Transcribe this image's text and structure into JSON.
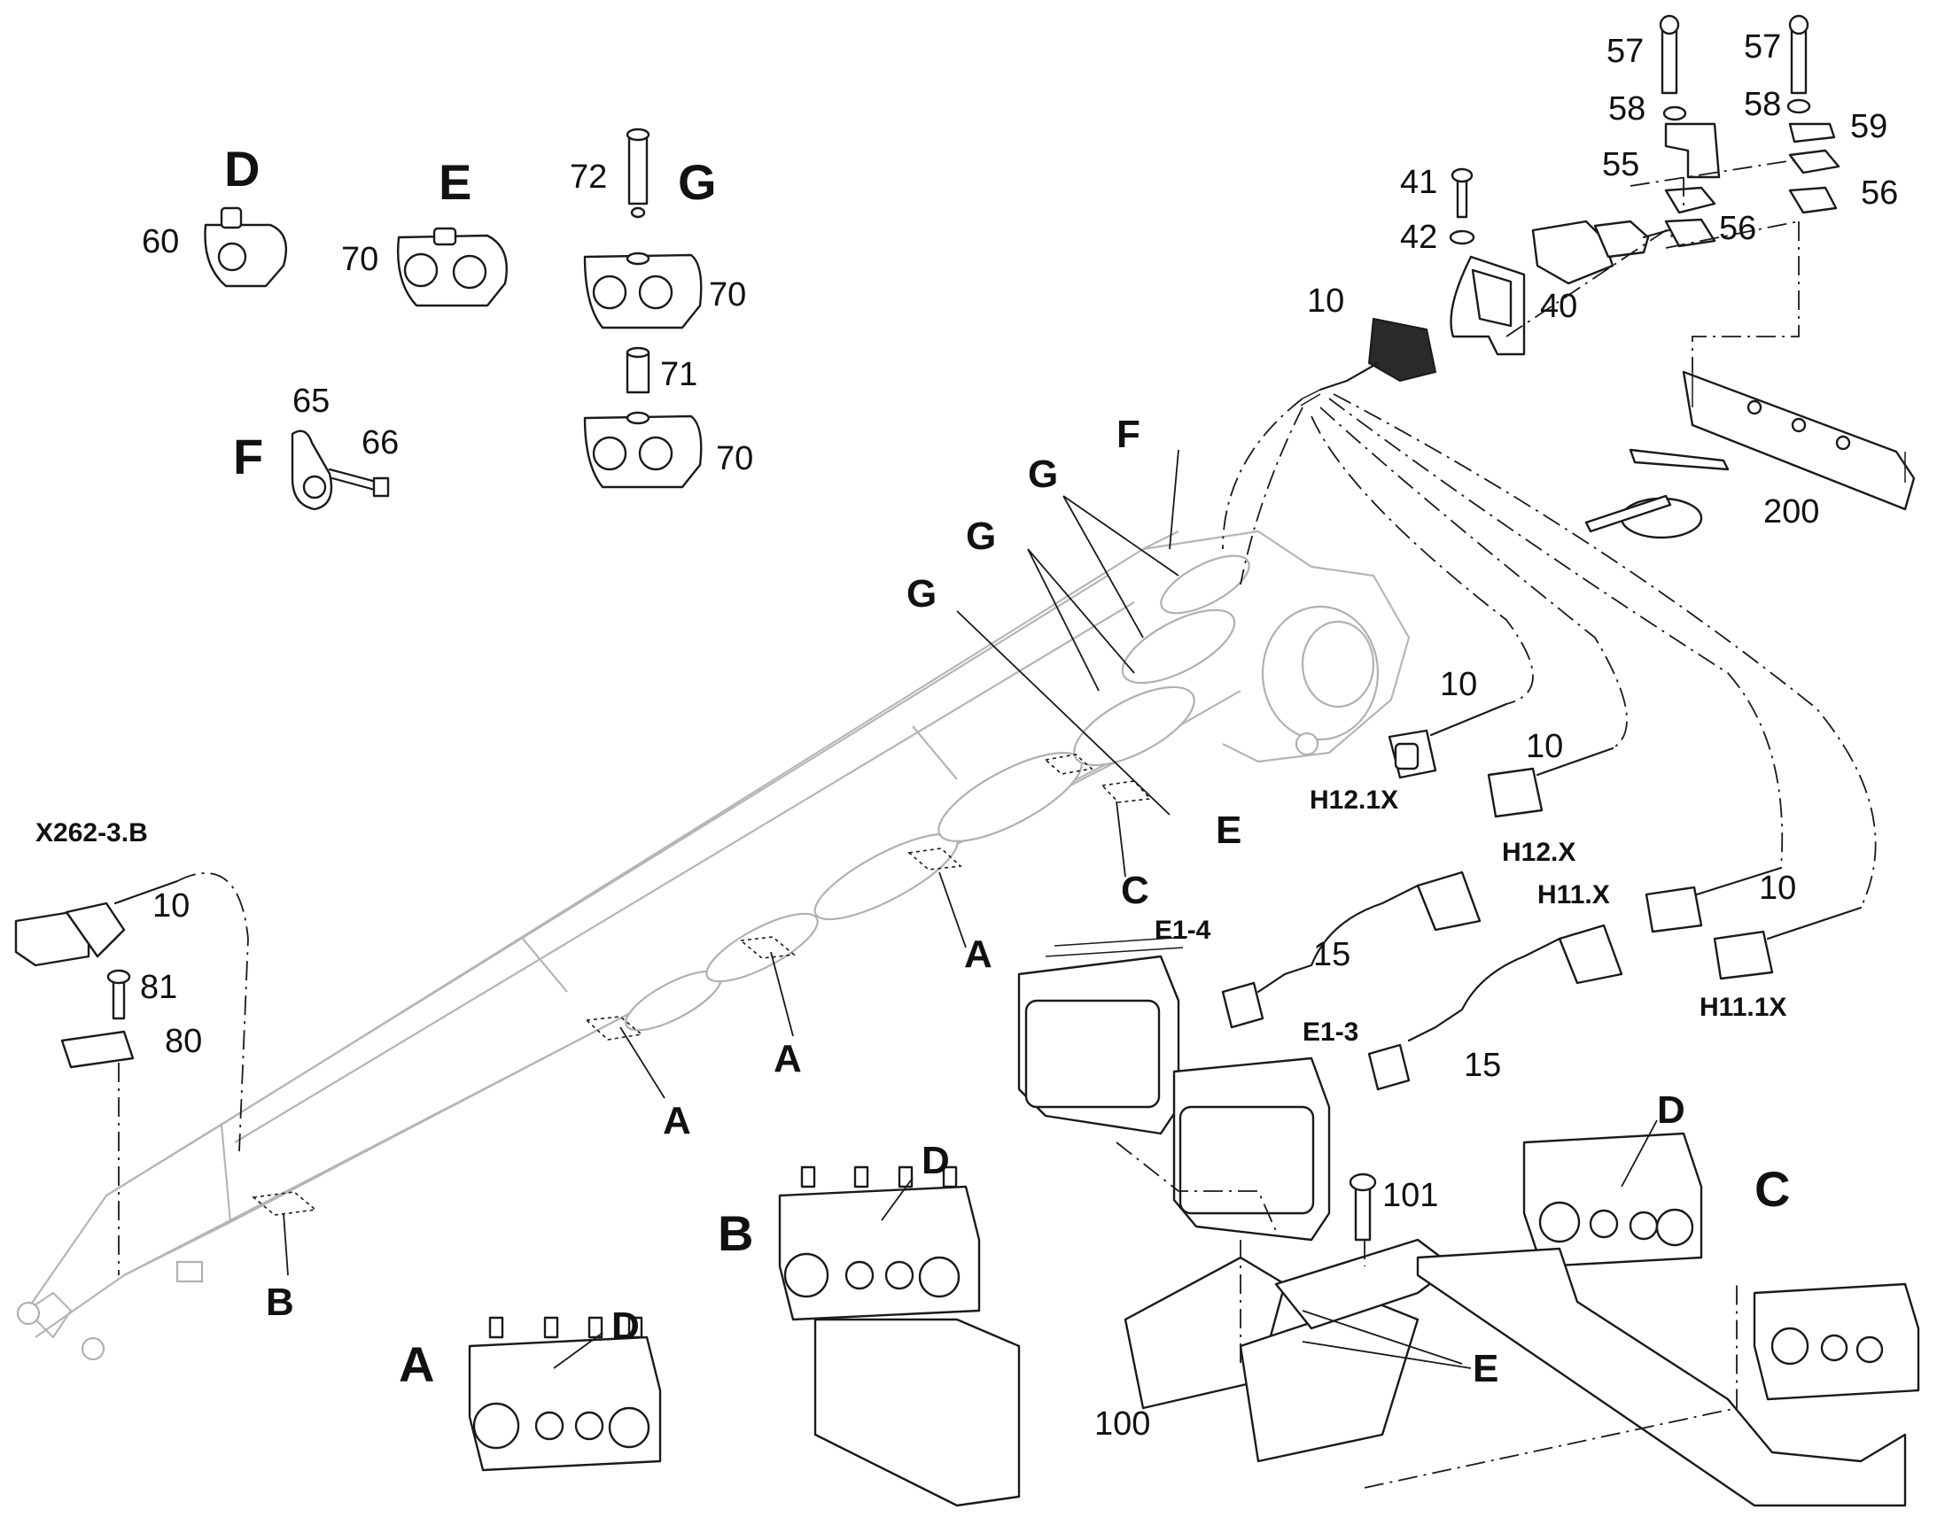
{
  "callouts": {
    "detail_D": "D",
    "detail_E": "E",
    "detail_G": "G",
    "detail_F": "F",
    "n60": "60",
    "n70a": "70",
    "n72": "72",
    "n70b": "70",
    "n71": "71",
    "n70c": "70",
    "n65": "65",
    "n66": "66",
    "n41": "41",
    "n42": "42",
    "n10_top": "10",
    "n40": "40",
    "n57a": "57",
    "n58a": "58",
    "n55": "55",
    "n56a": "56",
    "n57b": "57",
    "n58b": "58",
    "n59": "59",
    "n56b": "56",
    "n200": "200",
    "boom_F": "F",
    "boom_G1": "G",
    "boom_G2": "G",
    "boom_G3": "G",
    "boom_E": "E",
    "boom_C": "C",
    "boom_A1": "A",
    "boom_A2": "A",
    "boom_A3": "A",
    "boom_B": "B",
    "n10_h121": "10",
    "n10_h12": "10",
    "n10_h11": "10",
    "n10_left": "10",
    "n15a": "15",
    "n15b": "15",
    "n81": "81",
    "n80": "80",
    "n101": "101",
    "n100": "100",
    "lamp_E": "E",
    "detail_A": "A",
    "detail_A_D": "D",
    "detail_B": "B",
    "detail_B_D": "D",
    "detail_C": "C",
    "detail_C_D": "D"
  },
  "connectors": {
    "x262": "X262-3.B",
    "h121": "H12.1X",
    "h12": "H12.X",
    "h11": "H11.X",
    "h111": "H11.1X",
    "e14": "E1-4",
    "e13": "E1-3"
  }
}
